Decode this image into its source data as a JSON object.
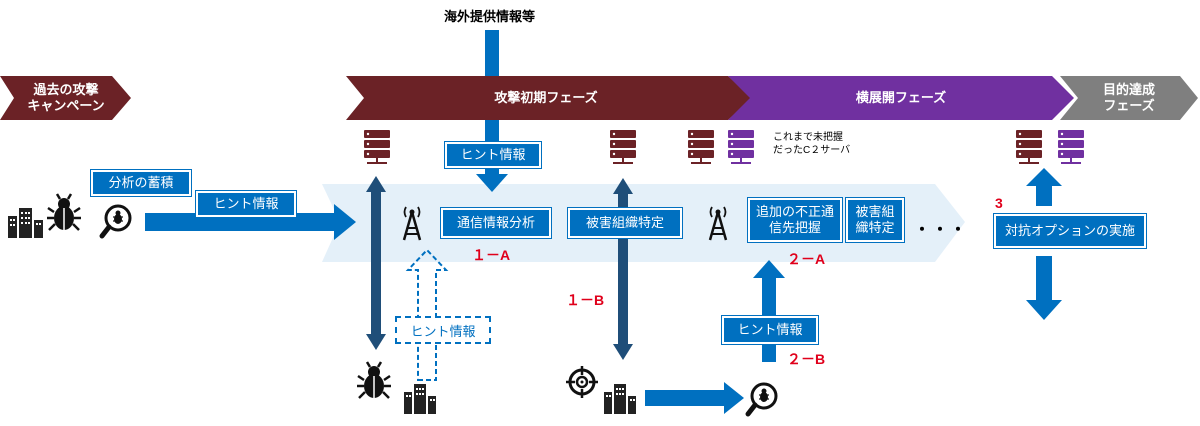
{
  "top_label": "海外提供情報等",
  "phases": {
    "past": "過去の攻撃\nキャンペーン",
    "initial": "攻撃初期フェーズ",
    "lateral": "横展開フェーズ",
    "goal": "目的達成\nフェーズ"
  },
  "boxes": {
    "analysis_accum": "分析の蓄積",
    "hint_left": "ヒント情報",
    "hint_top": "ヒント情報",
    "comm_analysis": "通信情報分析",
    "victim_org": "被害組織特定",
    "additional_c2": "追加の不正通\n信先把握",
    "victim_org2": "被害組\n織特定",
    "countermeasure": "対抗オプションの実施",
    "hint_dashed": "ヒント情報",
    "hint_right": "ヒント情報"
  },
  "labels": {
    "label_1a": "１－A",
    "label_1b": "１－B",
    "label_2a": "２－A",
    "label_2b": "２－B",
    "label_3": "3",
    "ellipsis": "・・・",
    "c2_note": "これまで未把握\nだったC２サーバ"
  },
  "colors": {
    "maroon": "#6b2226",
    "purple": "#7030a0",
    "gray": "#7f7f7f",
    "blue": "#0070c0",
    "darkblue": "#1f4e79",
    "band": "#e6f2fa",
    "red": "#e0001b"
  }
}
